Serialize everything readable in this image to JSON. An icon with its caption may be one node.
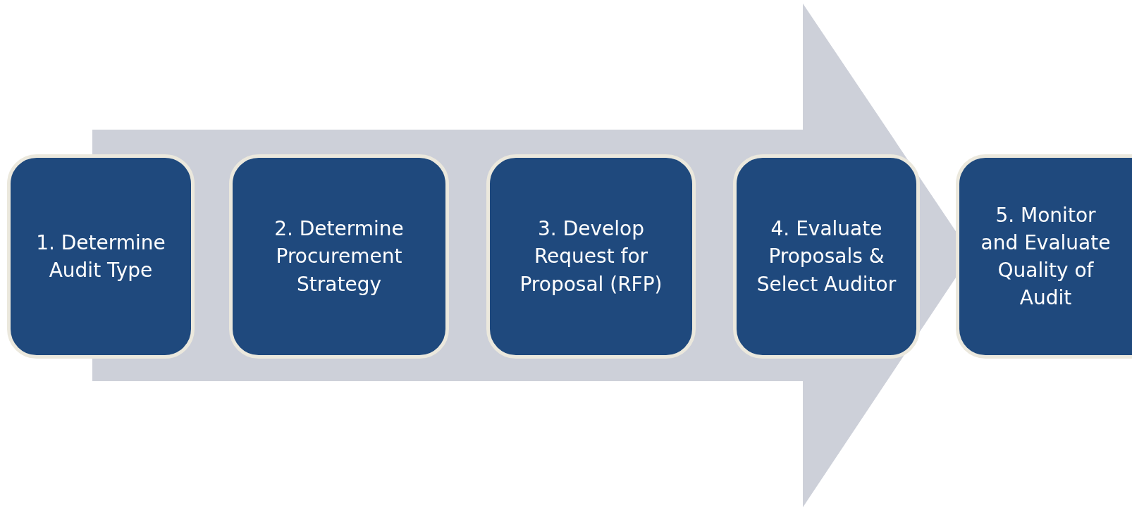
{
  "diagram": {
    "nodes": [
      {
        "text": [
          "1. Determine Audit Type"
        ]
      },
      {
        "text": [
          "2. Determine Procurement Strategy"
        ]
      },
      {
        "text": [
          "3. Develop Request for Proposal (RFP)"
        ]
      },
      {
        "text": [
          "4. Evaluate Proposals & Select Auditor"
        ]
      },
      {
        "text": [
          "5. Monitor and Evaluate Quality of Audit"
        ]
      }
    ],
    "edges": [
      {
        "from": 0,
        "to": 4,
        "arrow": "to"
      }
    ]
  }
}
